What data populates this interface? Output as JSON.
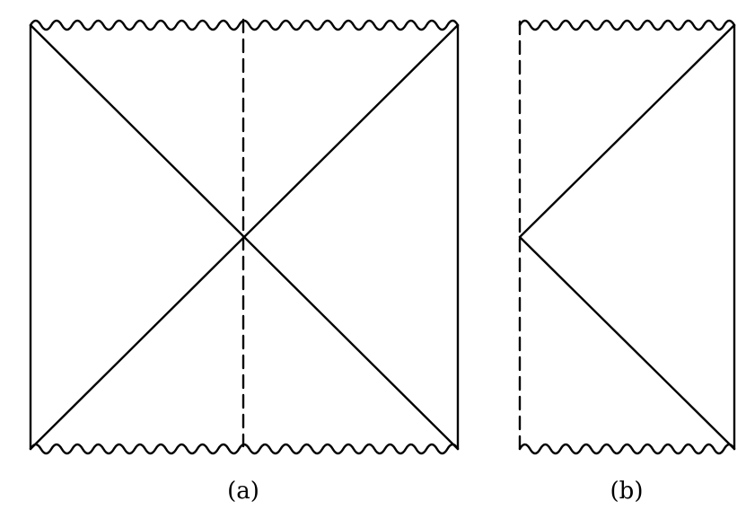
{
  "figure": {
    "stroke_color": "#000000",
    "background": "#ffffff",
    "panels": [
      {
        "id": "a",
        "label": "(a)"
      },
      {
        "id": "b",
        "label": "(b)"
      }
    ]
  }
}
